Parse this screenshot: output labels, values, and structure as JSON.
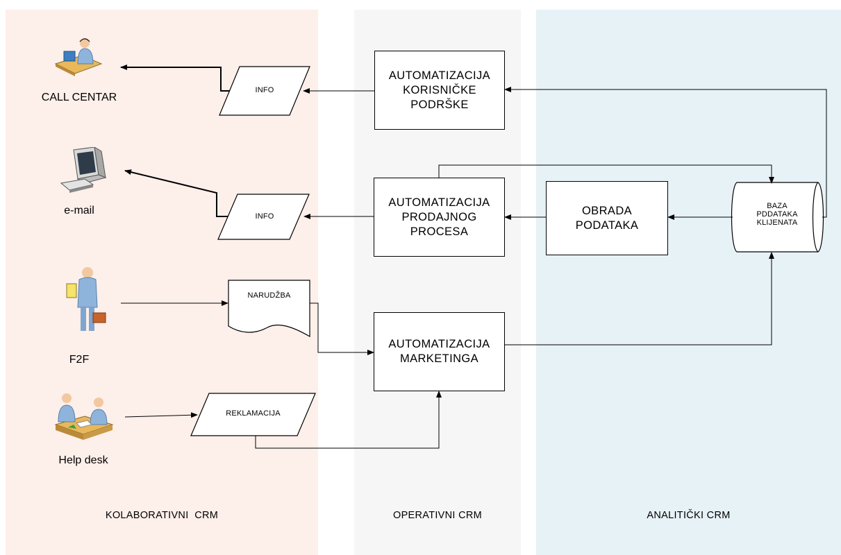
{
  "zones": {
    "collaborative": "KOLABORATIVNI  CRM",
    "operational": "OPERATIVNI CRM",
    "analytical": "ANALITIČKI CRM"
  },
  "actors": {
    "call_center": "CALL CENTAR",
    "email": "e-mail",
    "f2f": "F2F",
    "help_desk": "Help desk"
  },
  "documents": {
    "info_1": "INFO",
    "info_2": "INFO",
    "order": "NARUDŽBA",
    "complaint": "REKLAMACIJA"
  },
  "processes": {
    "support": [
      "AUTOMATIZACIJA",
      "KORISNIČKE",
      "PODRŠKE"
    ],
    "sales": [
      "AUTOMATIZACIJA",
      "PRODAJNOG",
      "PROCESA"
    ],
    "marketing": [
      "AUTOMATIZACIJA",
      "MARKETINGA"
    ],
    "processing": [
      "OBRADA",
      "PODATAKA"
    ]
  },
  "database": [
    "BAZA",
    "PDDATAKA",
    "KLIJENATA"
  ]
}
